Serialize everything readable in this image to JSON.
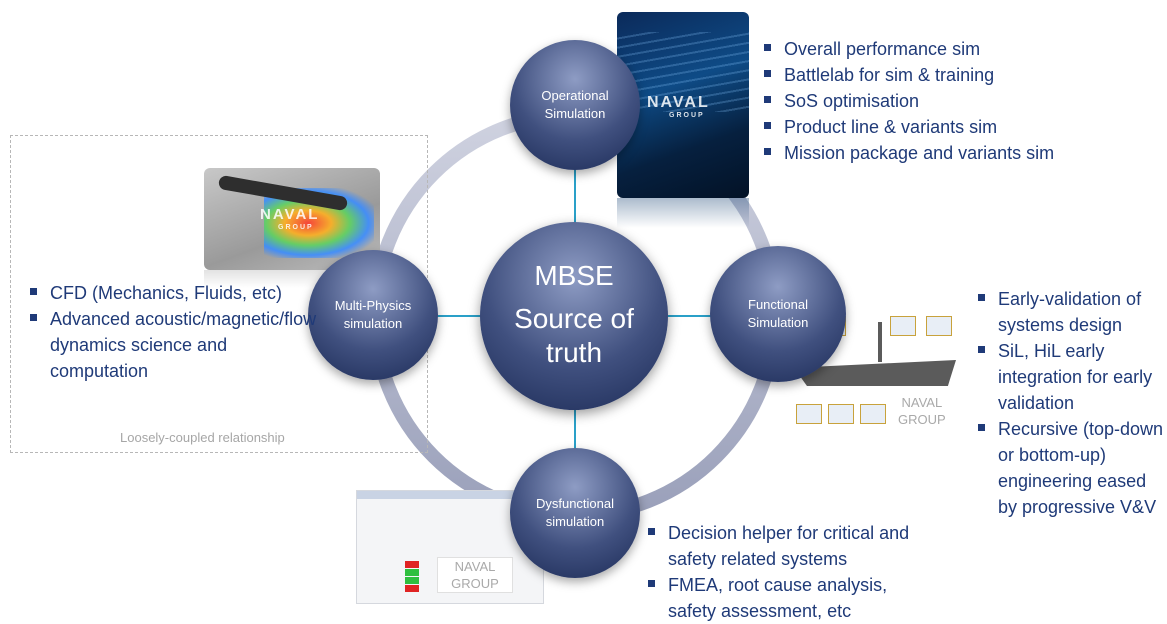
{
  "center": {
    "title": "MBSE",
    "subtitle": "Source of truth"
  },
  "nodes": {
    "operational": "Operational Simulation",
    "multiphysics": "Multi-Physics simulation",
    "functional": "Functional Simulation",
    "dysfunctional": "Dysfunctional simulation"
  },
  "loose_label": "Loosely-coupled relationship",
  "lists": {
    "operational": [
      "Overall performance sim",
      "Battlelab for sim & training",
      "SoS optimisation",
      "Product line & variants sim",
      "Mission package and variants sim"
    ],
    "multiphysics": [
      "CFD (Mechanics, Fluids, etc)",
      "Advanced acoustic/magnetic/flow dynamics science and computation"
    ],
    "functional": [
      "Early-validation of systems design",
      "SiL, HiL early integration for early validation",
      "Recursive (top-down or bottom-up) engineering eased by progressive V&V"
    ],
    "dysfunctional": [
      "Decision helper for critical and safety related systems",
      "FMEA, root cause analysis, safety assessment, etc"
    ]
  },
  "logos": {
    "naval": "NAVAL",
    "group": "GROUP"
  },
  "colors": {
    "node_dark": "#1b2a55",
    "node_light": "#8e9cc4",
    "bullet_text": "#1f3a78",
    "connector": "#2aa0c8",
    "ring": "#b8bcd0"
  }
}
